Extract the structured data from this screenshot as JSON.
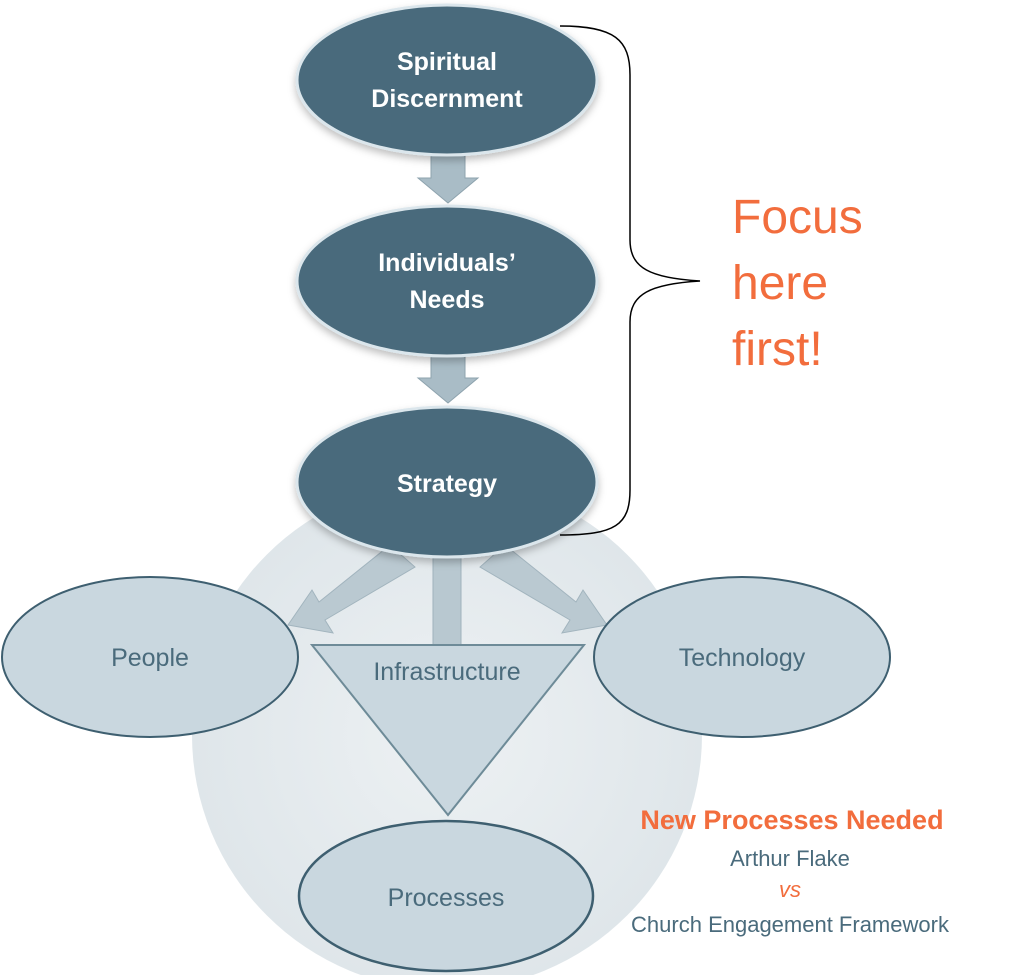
{
  "diagram": {
    "top_nodes": [
      {
        "id": "spiritual",
        "lines": [
          "Spiritual",
          "Discernment"
        ]
      },
      {
        "id": "needs",
        "lines": [
          "Individuals’",
          "Needs"
        ]
      },
      {
        "id": "strategy",
        "lines": [
          "Strategy"
        ]
      }
    ],
    "bottom_nodes": {
      "people": "People",
      "infrastructure": "Infrastructure",
      "technology": "Technology",
      "processes": "Processes"
    },
    "focus_callout": {
      "lines": [
        "Focus",
        "here",
        "first!"
      ]
    },
    "note": {
      "title": "New Processes Needed",
      "line1": "Arthur Flake",
      "vs": "vs",
      "line2": "Church Engagement Framework"
    },
    "colors": {
      "dark_node": "#4a6b7c",
      "dark_node_stroke": "#dbe6ec",
      "light_node": "#c9d7df",
      "light_node_stroke": "#3e5f70",
      "arrow": "#a9bcc6",
      "backdrop": "#e7ecef",
      "accent": "#f26d3d"
    }
  }
}
